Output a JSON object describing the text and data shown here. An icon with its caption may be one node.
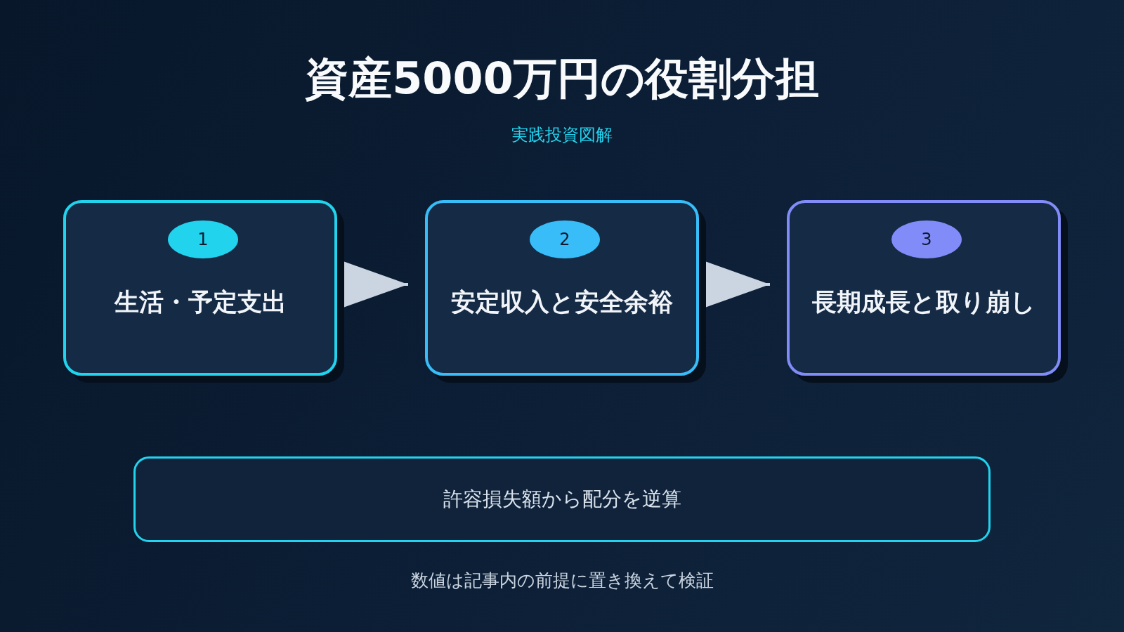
{
  "diagram": {
    "title": "資産5000万円の役割分担",
    "nodes": [
      {
        "text": [
          "生活・予定支出"
        ]
      },
      {
        "text": [
          "1"
        ],
        "in": 0
      },
      {
        "text": [
          "安定収入と安全余裕"
        ]
      },
      {
        "text": [
          "2"
        ],
        "in": 2
      },
      {
        "text": [
          "長期成長と取り崩し"
        ]
      },
      {
        "text": [
          "3"
        ],
        "in": 4
      },
      {
        "text": [
          "許容損失額から配分を逆算"
        ]
      }
    ],
    "edges": [
      {
        "from": 0,
        "to": 2,
        "arrow": "to"
      },
      {
        "from": 2,
        "to": 4,
        "arrow": "to"
      }
    ],
    "labels": [
      "実践投資図解",
      "数値は記事内の前提に置き換えて検証"
    ]
  }
}
